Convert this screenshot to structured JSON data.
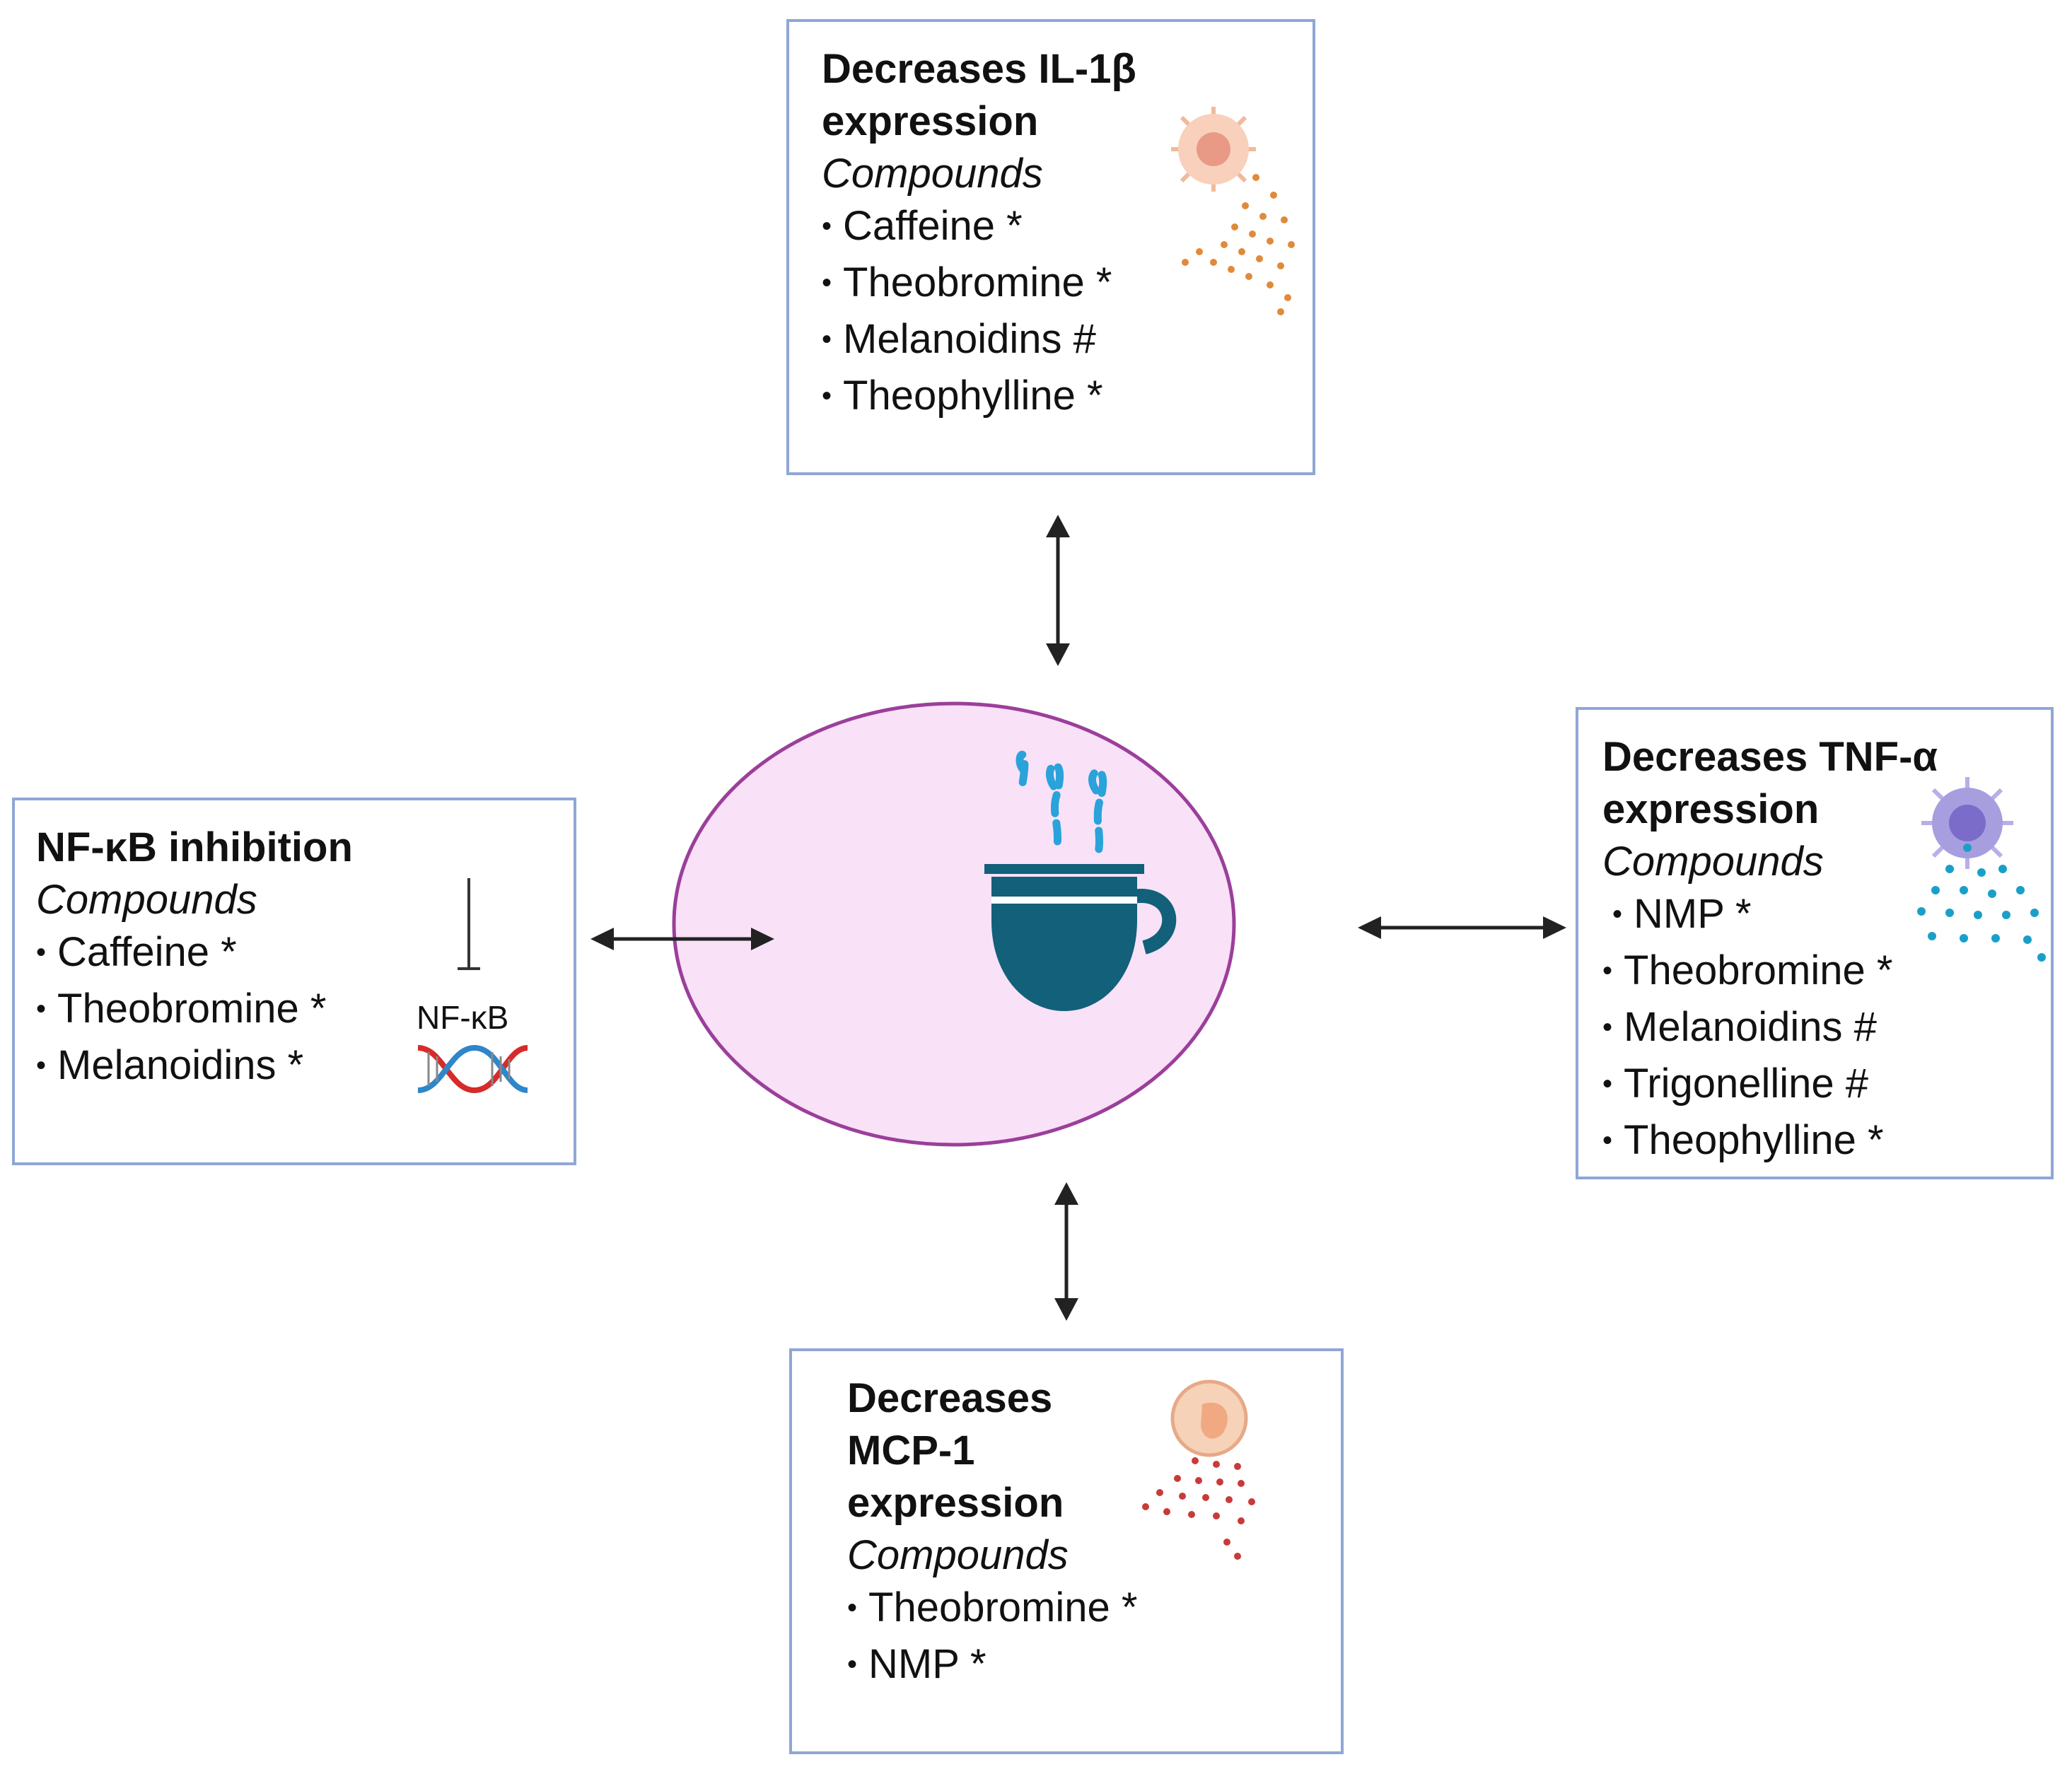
{
  "colors": {
    "box_border": "#8fa6d6",
    "ellipse_fill": "#f9e1f7",
    "ellipse_stroke": "#9b3f9b",
    "cup": "#12607a",
    "steam": "#29a3da",
    "arrow": "#222222"
  },
  "center": {
    "icon": "coffee-cup-icon"
  },
  "top_box": {
    "title_line1": "Decreases IL-1β",
    "title_line2": "expression",
    "subtitle": "Compounds",
    "items": [
      "Caffeine *",
      "Theobromine *",
      "Melanoidins #",
      "Theophylline *"
    ],
    "icon": "cytokine-releasing-cell-icon"
  },
  "left_box": {
    "title": "NF-κB inhibition",
    "subtitle": "Compounds",
    "items": [
      "Caffeine *",
      "Theobromine *",
      "Melanoidins *"
    ],
    "nfkb_label": "NF-κB",
    "icon": "dna-inhibition-icon"
  },
  "right_box": {
    "title_line1": "Decreases TNF-α",
    "title_line2": "expression",
    "subtitle": "Compounds",
    "items": [
      "NMP *",
      "Theobromine *",
      "Melanoidins #",
      "Trigonelline #",
      "Theophylline *"
    ],
    "icon": "macrophage-releasing-cell-icon"
  },
  "bottom_box": {
    "title_line1": "Decreases",
    "title_line2": "MCP-1",
    "title_line3": "expression",
    "subtitle": "Compounds",
    "items": [
      "Theobromine *",
      "NMP *"
    ],
    "icon": "monocyte-releasing-cell-icon"
  }
}
